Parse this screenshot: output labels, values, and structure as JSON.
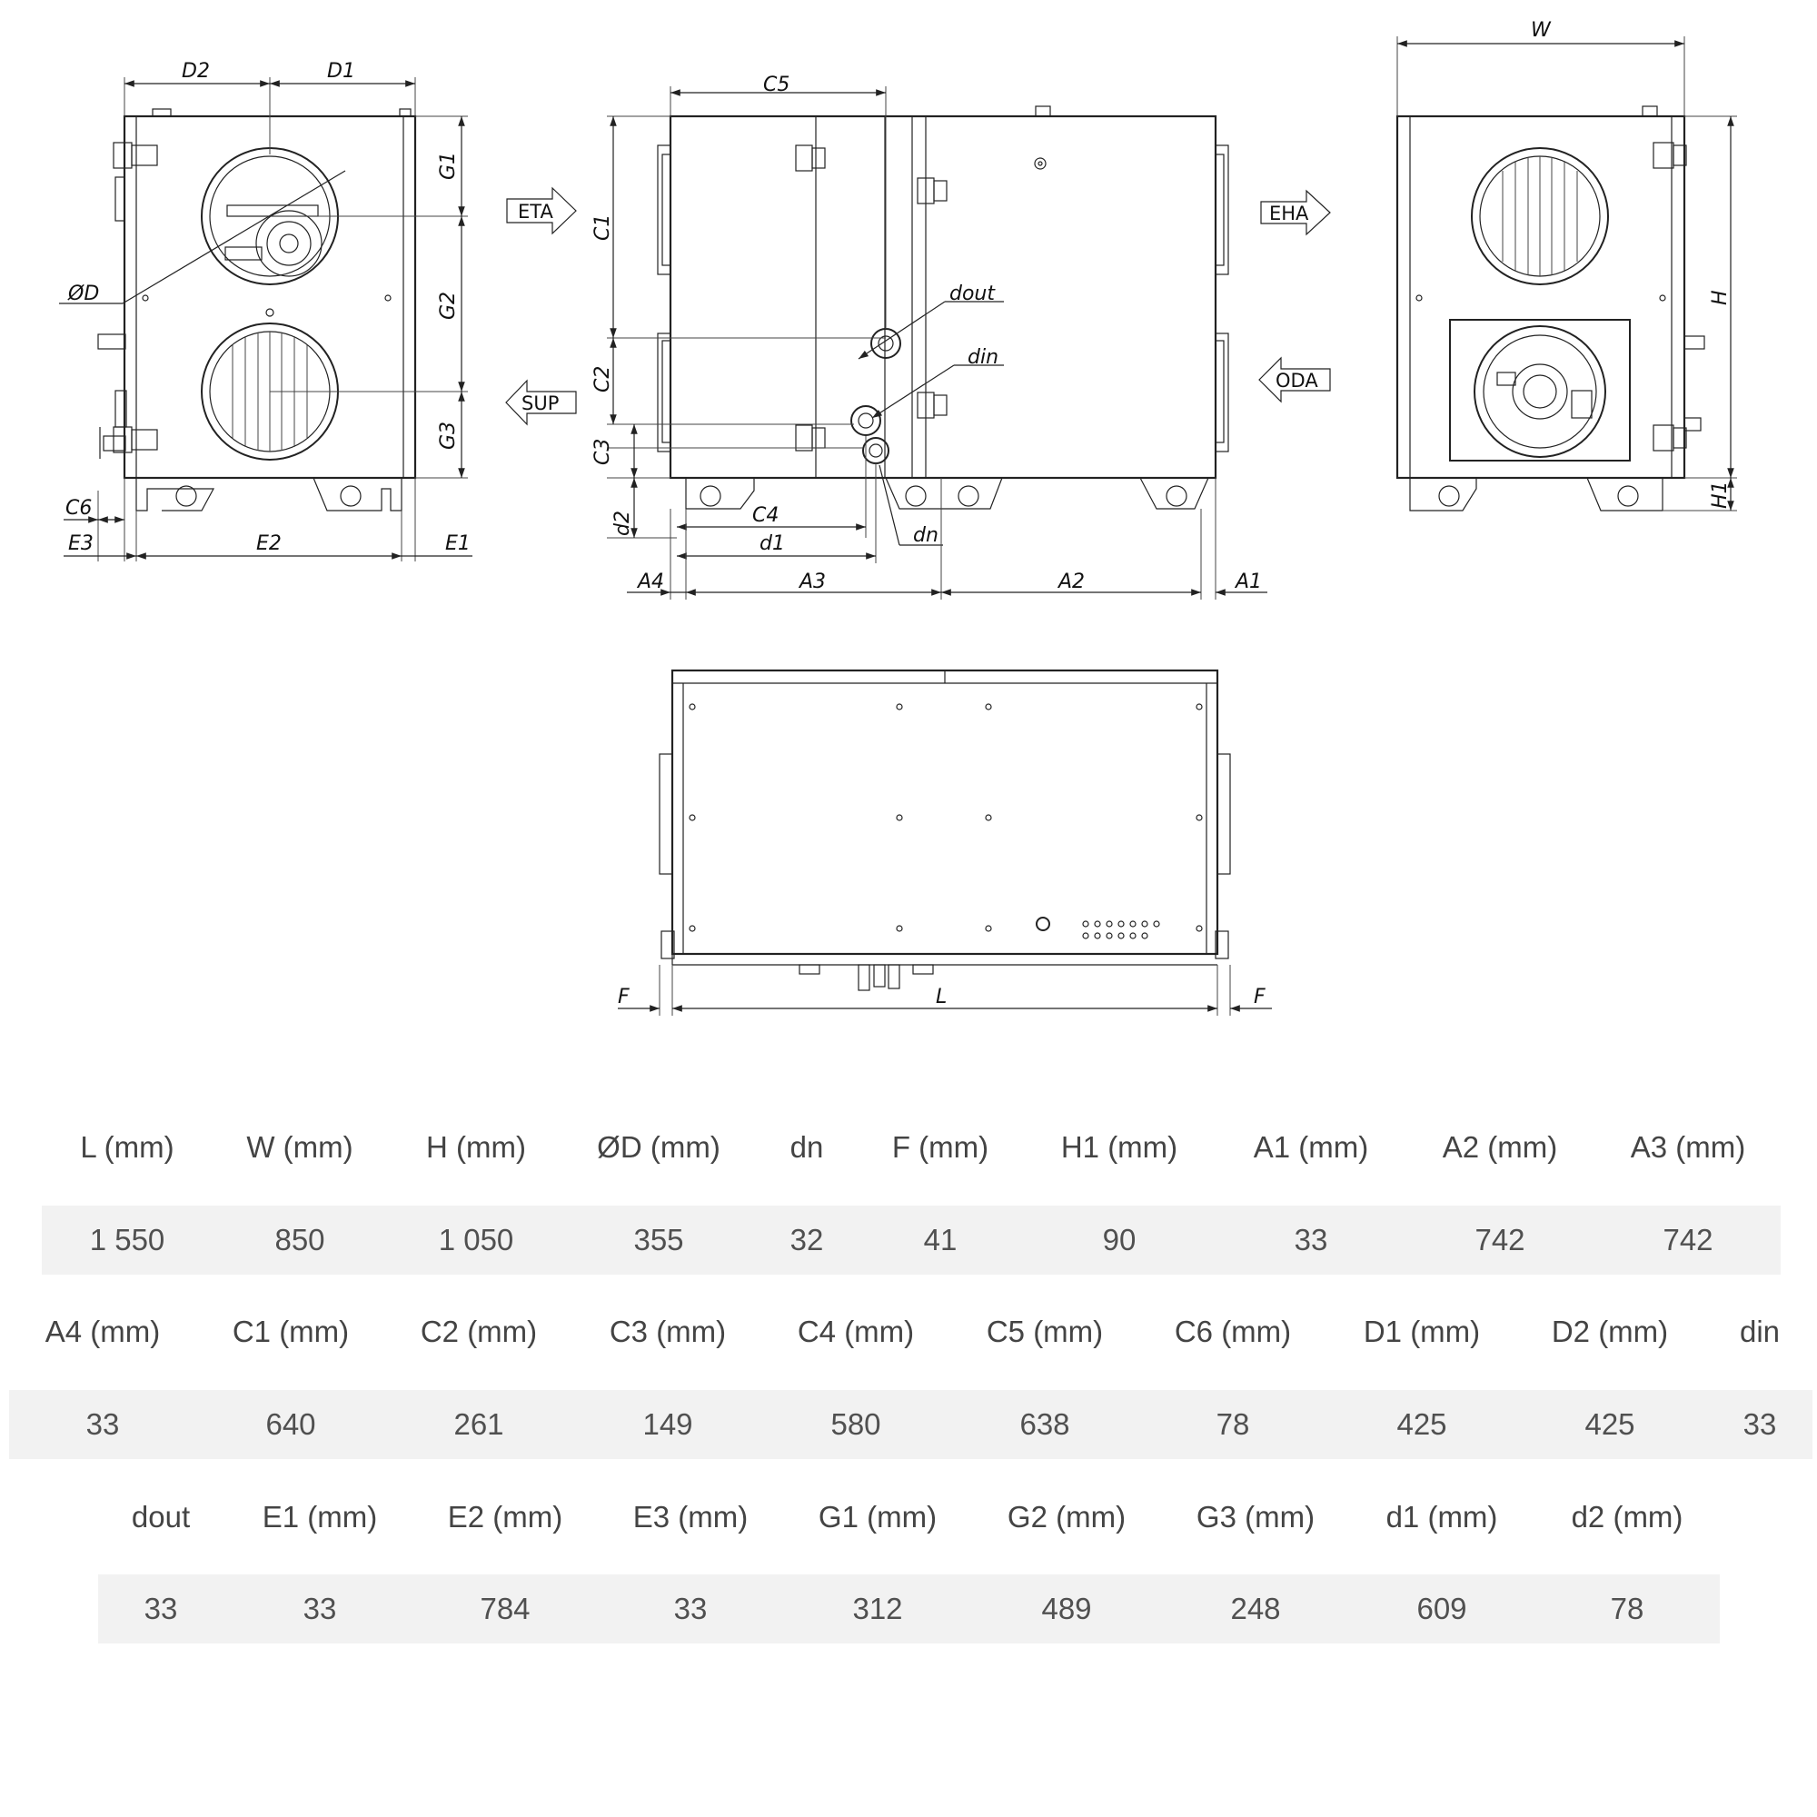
{
  "labels": {
    "d2_top": "D2",
    "d1_top": "D1",
    "g1": "G1",
    "g2": "G2",
    "g3": "G3",
    "phi_d": "ØD",
    "c6": "C6",
    "e3": "E3",
    "e2": "E2",
    "e1": "E1",
    "c5": "C5",
    "c1": "C1",
    "c2": "C2",
    "c3": "C3",
    "d2_side": "d2",
    "dout": "dout",
    "din": "din",
    "dn": "dn",
    "c4": "C4",
    "d1_side": "d1",
    "a4": "A4",
    "a3": "A3",
    "a2": "A2",
    "a1": "A1",
    "w": "W",
    "h": "H",
    "h1": "H1",
    "f_left": "F",
    "l": "L",
    "f_right": "F"
  },
  "flows": {
    "eta": "ETA",
    "sup": "SUP",
    "eha": "EHA",
    "oda": "ODA"
  },
  "table": {
    "row1": {
      "headers": [
        "L (mm)",
        "W (mm)",
        "H (mm)",
        "ØD (mm)",
        "dn",
        "F (mm)",
        "H1 (mm)",
        "A1 (mm)",
        "A2 (mm)",
        "A3 (mm)"
      ],
      "values": [
        "1 550",
        "850",
        "1 050",
        "355",
        "32",
        "41",
        "90",
        "33",
        "742",
        "742"
      ]
    },
    "row2": {
      "headers": [
        "A4 (mm)",
        "C1 (mm)",
        "C2 (mm)",
        "C3 (mm)",
        "C4 (mm)",
        "C5 (mm)",
        "C6 (mm)",
        "D1 (mm)",
        "D2 (mm)",
        "din"
      ],
      "values": [
        "33",
        "640",
        "261",
        "149",
        "580",
        "638",
        "78",
        "425",
        "425",
        "33"
      ]
    },
    "row3": {
      "headers": [
        "dout",
        "E1 (mm)",
        "E2 (mm)",
        "E3 (mm)",
        "G1 (mm)",
        "G2 (mm)",
        "G3 (mm)",
        "d1 (mm)",
        "d2 (mm)"
      ],
      "values": [
        "33",
        "33",
        "784",
        "33",
        "312",
        "489",
        "248",
        "609",
        "78"
      ]
    }
  },
  "colors": {
    "line": "#222222",
    "row_shade": "#f2f2f2",
    "text": "#444444"
  }
}
